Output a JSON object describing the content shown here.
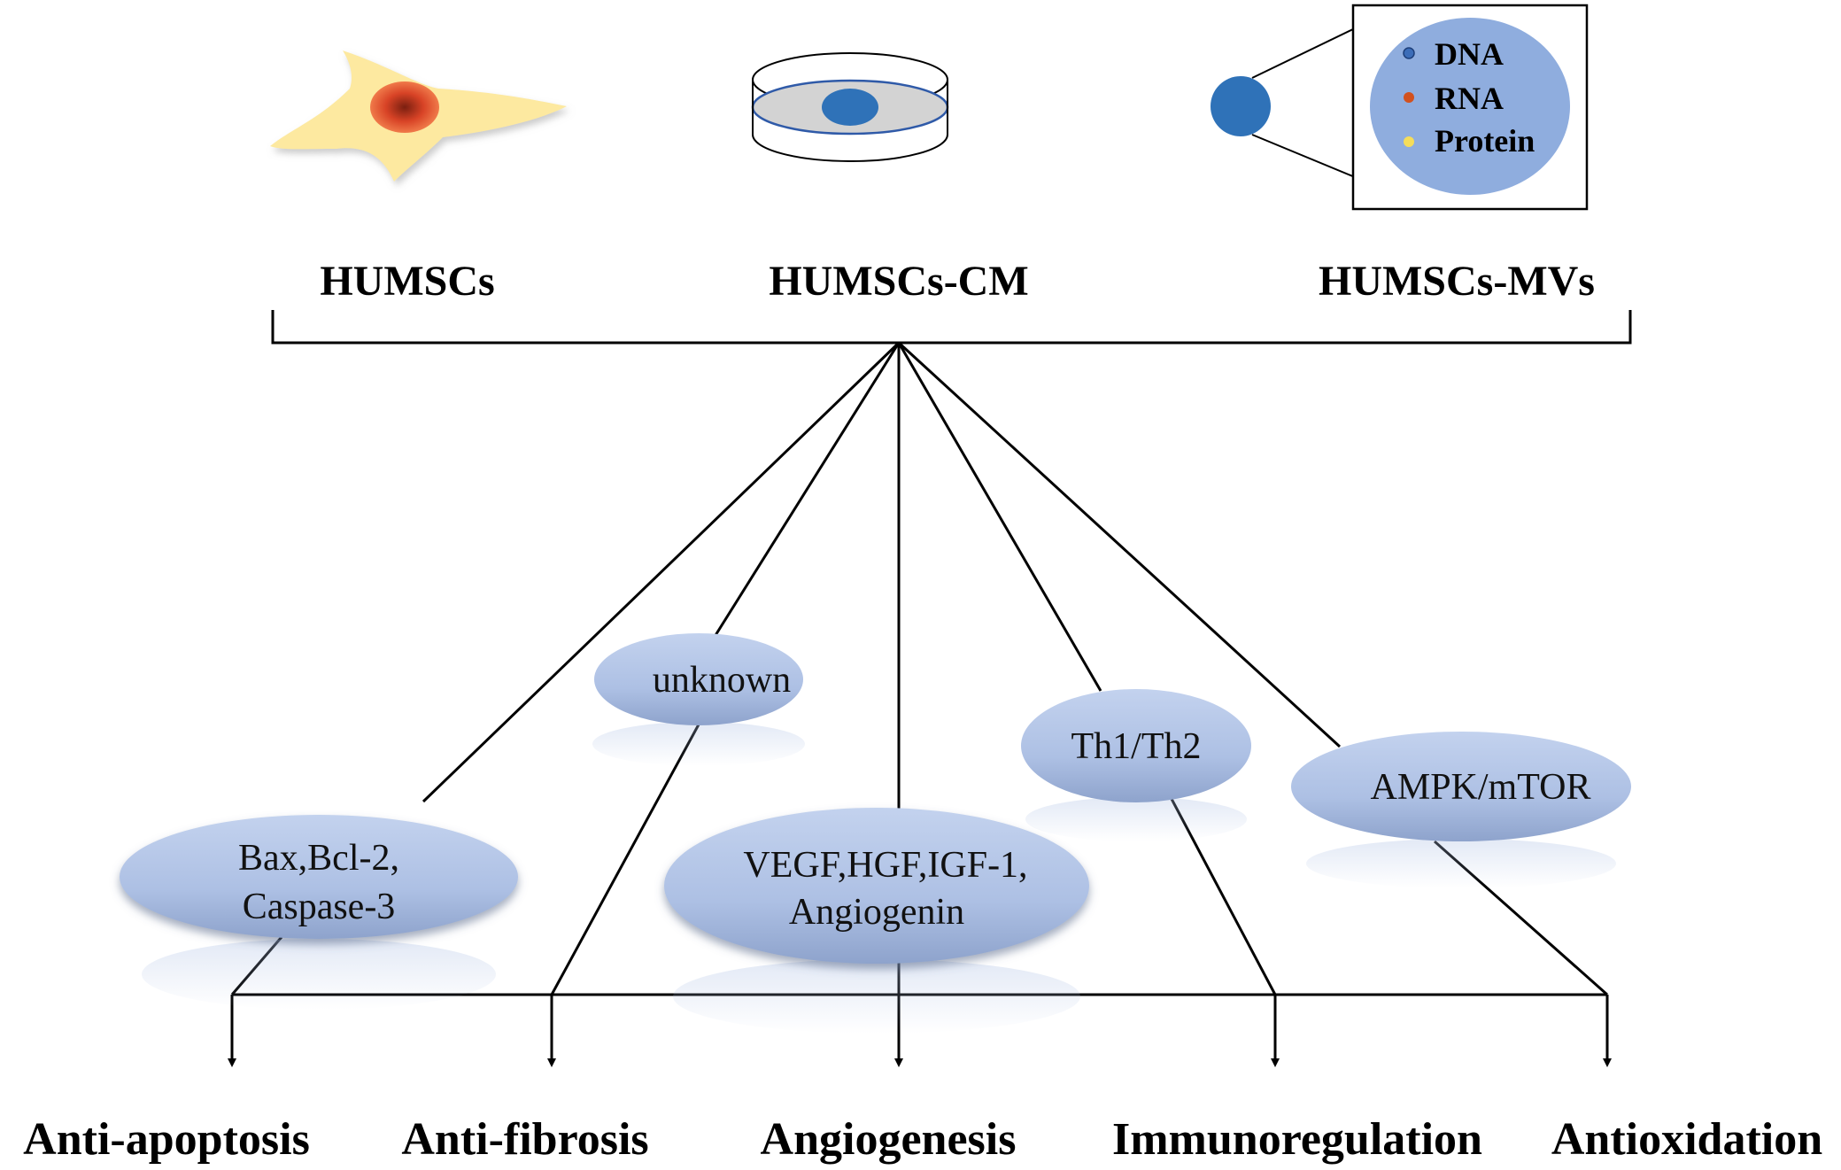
{
  "diagram": {
    "sources": [
      {
        "id": "humscs",
        "label": "HUMSCs",
        "icon": "stem-cell-icon"
      },
      {
        "id": "cm",
        "label": "HUMSCs-CM",
        "icon": "culture-dish-icon"
      },
      {
        "id": "mvs",
        "label": "HUMSCs-MVs",
        "icon": "microvesicle-icon"
      }
    ],
    "mv_contents": [
      {
        "label": "DNA",
        "color": "#3c6db8"
      },
      {
        "label": "RNA",
        "color": "#d2511e"
      },
      {
        "label": "Protein",
        "color": "#f5dd5a"
      }
    ],
    "mechanisms": [
      {
        "id": "apoptosis",
        "lines": [
          "Bax,Bcl-2,",
          "Caspase-3"
        ]
      },
      {
        "id": "fibrosis",
        "lines": [
          "unknown"
        ]
      },
      {
        "id": "angio",
        "lines": [
          "VEGF,HGF,IGF-1,",
          "Angiogenin"
        ]
      },
      {
        "id": "immuno",
        "lines": [
          "Th1/Th2"
        ]
      },
      {
        "id": "antiox",
        "lines": [
          "AMPK/mTOR"
        ]
      }
    ],
    "effects": [
      {
        "id": "anti-apoptosis",
        "label": "Anti-apoptosis"
      },
      {
        "id": "anti-fibrosis",
        "label": "Anti-fibrosis"
      },
      {
        "id": "angiogenesis",
        "label": "Angiogenesis"
      },
      {
        "id": "immunoregulation",
        "label": "Immunoregulation"
      },
      {
        "id": "antioxidation",
        "label": "Antioxidation"
      }
    ],
    "colors": {
      "cell_body": "#fde9a0",
      "cell_nucleus": "#e0452a",
      "dish_fill": "#d3d3d3",
      "dish_nucleus": "#2f72b8",
      "vesicle": "#2f72b8",
      "legend_bubble": "#8fadde",
      "mechanism_ellipse": "#adc0e4",
      "line": "#000000"
    }
  }
}
